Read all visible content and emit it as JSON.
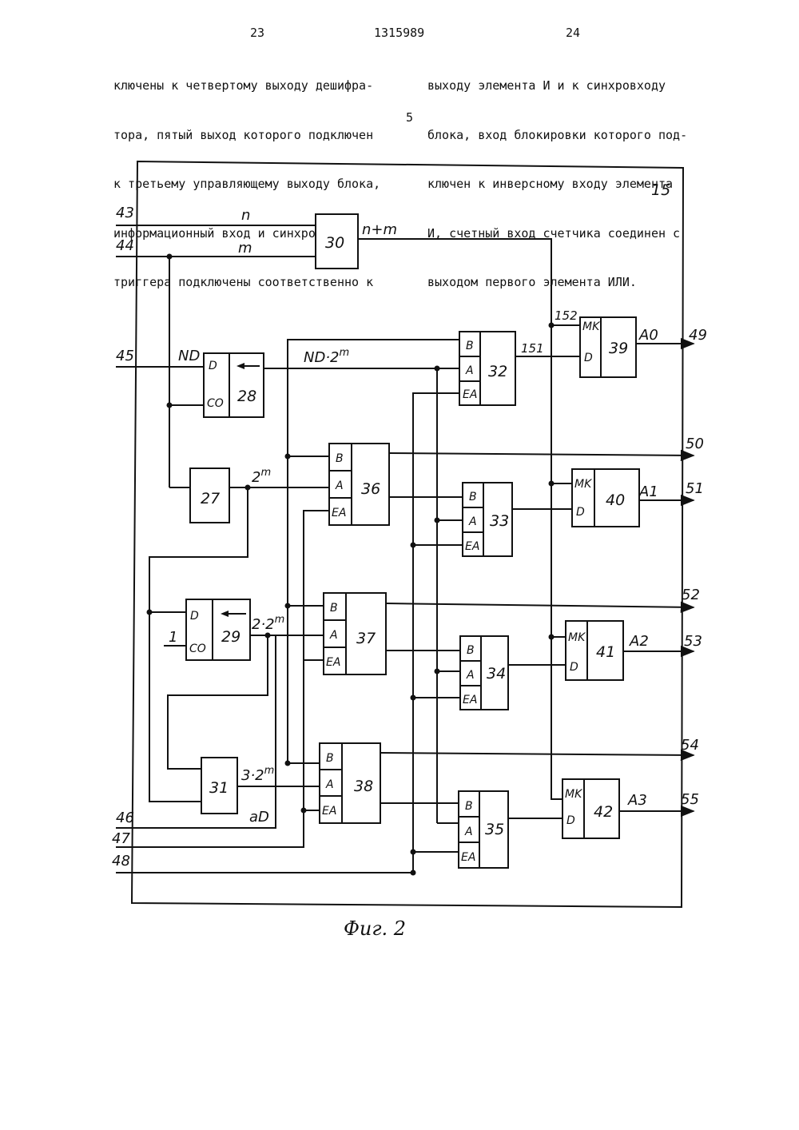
{
  "header": {
    "page_left": "23",
    "patent_number": "1315989",
    "page_right": "24",
    "line_marker": "5"
  },
  "text_left": [
    "ключены к четвертому выходу дешифра-",
    "тора, пятый выход которого подключен",
    "к третьему управляющему выходу блока,",
    "информационный вход и синхровход",
    "триггера подключены соответственно к"
  ],
  "text_right": [
    "выходу элемента И и к синхровходу",
    "блока, вход блокировки которого под-",
    "ключен к инверсному входу элемента",
    "И, счетный вход счетчика соединен с",
    "выходом первого элемента ИЛИ."
  ],
  "diagram": {
    "block_label": "15",
    "blocks": {
      "b27": "27",
      "b28": "28",
      "b29": "29",
      "b30": "30",
      "b31": "31",
      "b32": "32",
      "b33": "33",
      "b34": "34",
      "b35": "35",
      "b36": "36",
      "b37": "37",
      "b38": "38",
      "b39": "39",
      "b40": "40",
      "b41": "41",
      "b42": "42"
    },
    "ports": {
      "D": "D",
      "CO": "CO",
      "B": "B",
      "A": "A",
      "EA": "EA",
      "MK": "MK",
      "arrow": "←"
    },
    "inputs": {
      "i43": "43",
      "i44": "44",
      "i45": "45",
      "i46": "46",
      "i47": "47",
      "i48": "48"
    },
    "outputs": {
      "o49": "49",
      "o50": "50",
      "o51": "51",
      "o52": "52",
      "o53": "53",
      "o54": "54",
      "o55": "55"
    },
    "signals": {
      "n": "n",
      "m": "m",
      "n_plus_m": "n+m",
      "nd": "ND",
      "nd_2m": "ND·2",
      "two": "2",
      "two_2m": "2·2",
      "three_2m": "3·2",
      "sup_m": "m",
      "a_d": "aD",
      "one": "1",
      "s151": "151",
      "s152": "152",
      "A0": "A0",
      "A1": "A1",
      "A2": "A2",
      "A3": "A3"
    }
  },
  "caption": "Фиг. 2"
}
